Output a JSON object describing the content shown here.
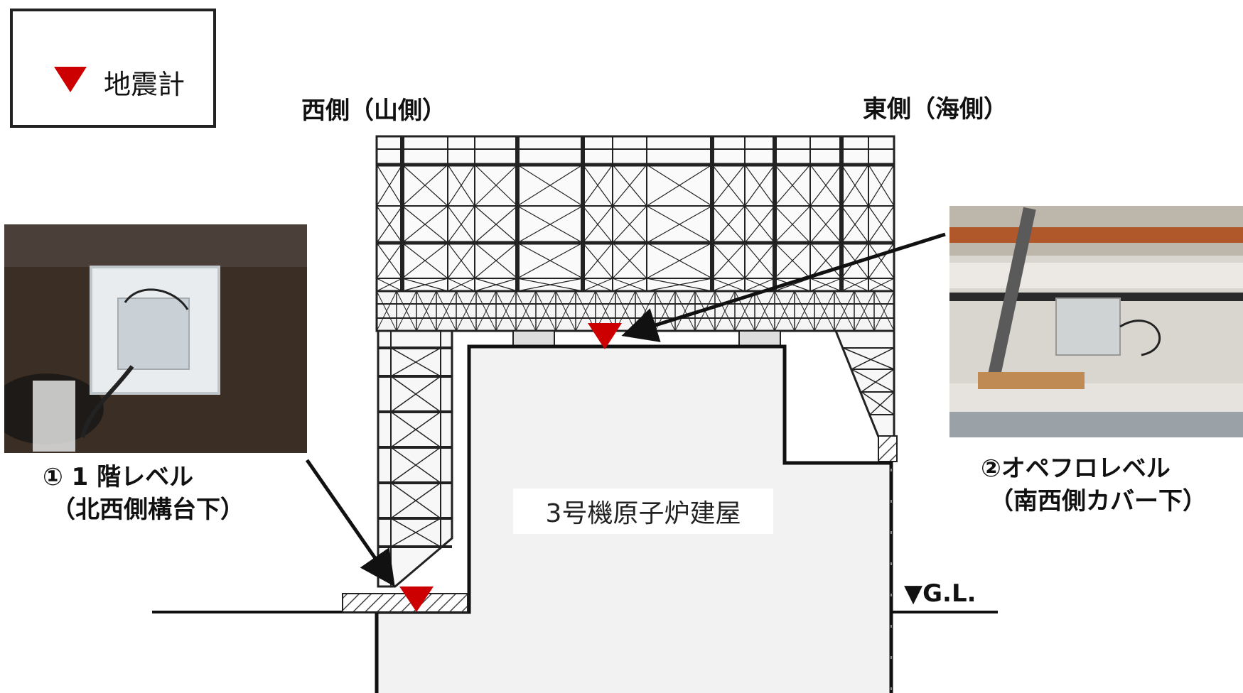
{
  "legend": {
    "symbol": "red-triangle",
    "label": "地震計",
    "color": "#cc0000"
  },
  "labels": {
    "west": "西側（山側）",
    "east": "東側（海側）",
    "building": "3号機原子炉建屋",
    "ground_level": "▼G.L."
  },
  "sensors": [
    {
      "id": "1",
      "line1": "① 1 階レベル",
      "line2": "（北西側構台下）"
    },
    {
      "id": "2",
      "line1": "②オペフロレベル",
      "line2": "（南西側カバー下）"
    }
  ],
  "colors": {
    "sensor": "#cc0000",
    "line": "#111111",
    "building_fill": "#f2f2f2"
  }
}
